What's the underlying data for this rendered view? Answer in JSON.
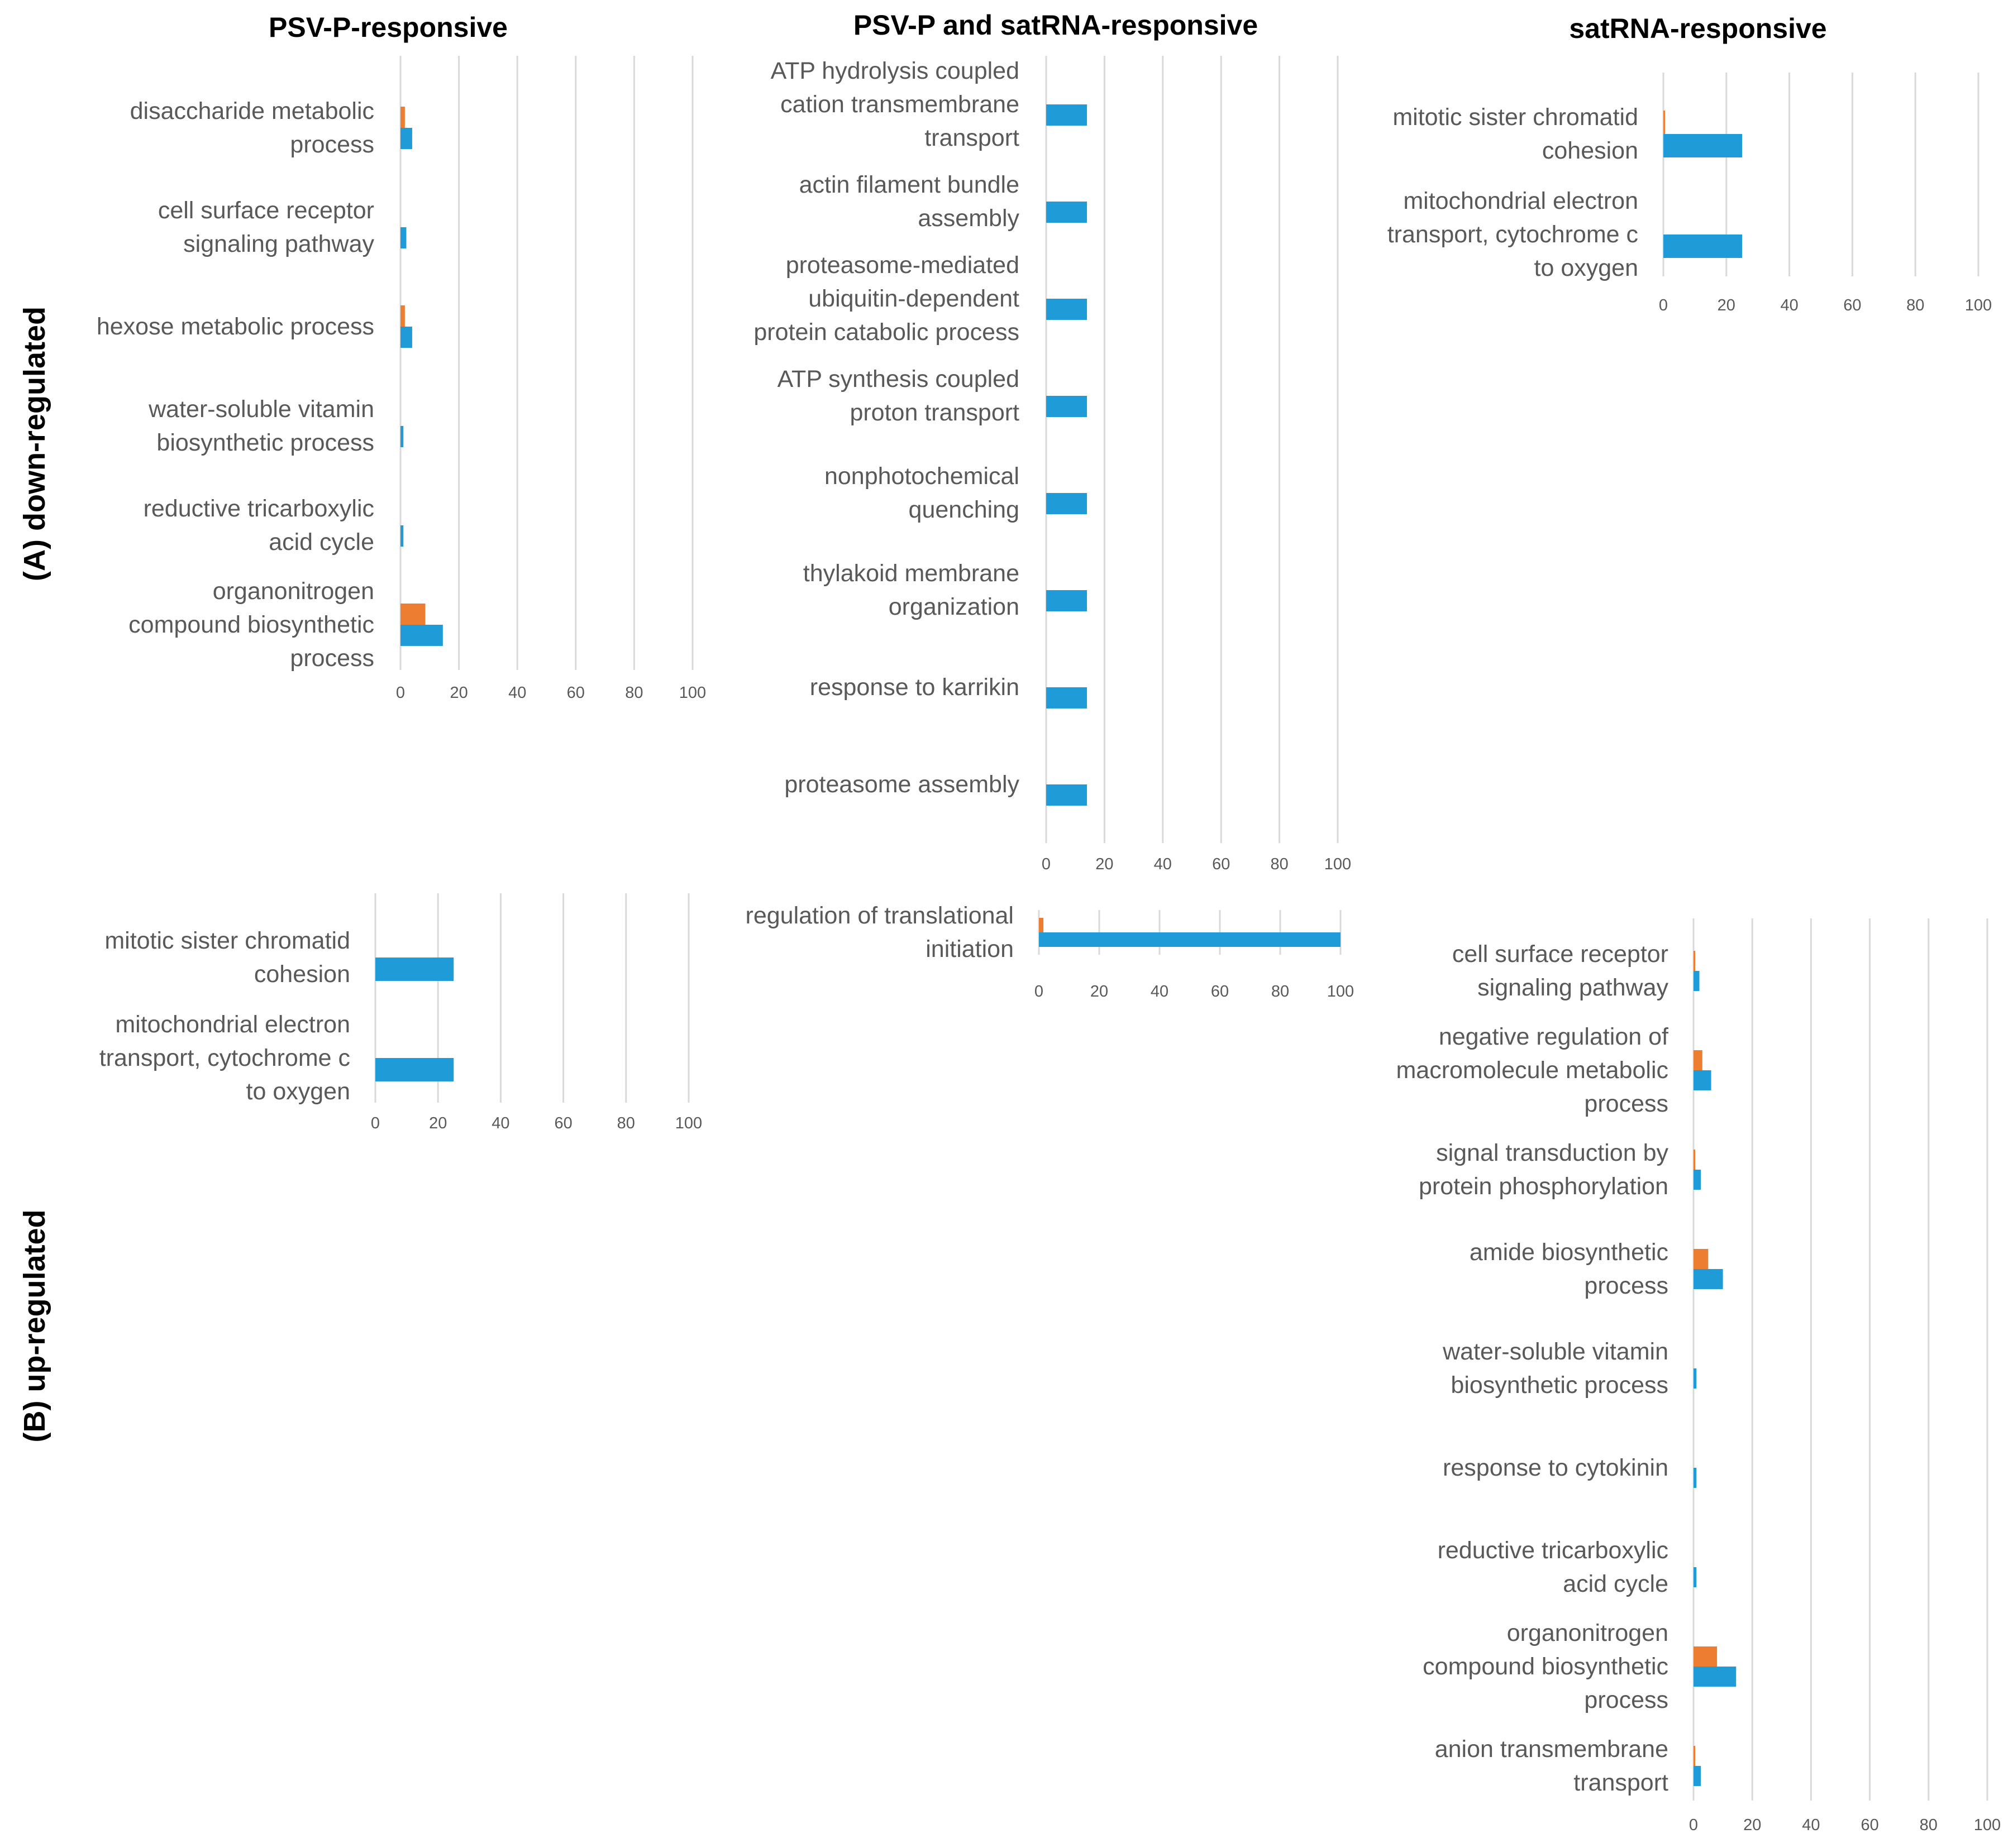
{
  "colors": {
    "series_a": "#ed7d31",
    "series_b": "#1f9bd7",
    "grid": "#d9d9d9"
  },
  "column_titles": {
    "psvp": "PSV-P-responsive",
    "both": "PSV-P and satRNA-responsive",
    "sat": "satRNA-responsive"
  },
  "row_labels": {
    "down": "(A) down-regulated",
    "up": "(B) up-regulated"
  },
  "chart_data": [
    {
      "id": "down-psvp",
      "type": "bar",
      "orientation": "horizontal",
      "xlim": [
        0,
        100
      ],
      "xticks": [
        0,
        20,
        40,
        60,
        80,
        100
      ],
      "grid": true,
      "categories": [
        [
          "disaccharide metabolic",
          "process"
        ],
        [
          "cell surface receptor",
          "signaling pathway"
        ],
        [
          "hexose metabolic process"
        ],
        [
          "water-soluble vitamin",
          "biosynthetic process"
        ],
        [
          "reductive tricarboxylic",
          "acid cycle"
        ],
        [
          "organonitrogen",
          "compound biosynthetic",
          "process"
        ]
      ],
      "series": [
        {
          "values": [
            1.5,
            0,
            1.5,
            0,
            0,
            8.5
          ]
        },
        {
          "values": [
            4,
            2,
            4,
            1,
            1,
            14.5
          ]
        }
      ]
    },
    {
      "id": "down-both",
      "type": "bar",
      "orientation": "horizontal",
      "xlim": [
        0,
        100
      ],
      "xticks": [
        0,
        20,
        40,
        60,
        80,
        100
      ],
      "grid": true,
      "categories": [
        [
          "ATP hydrolysis coupled",
          "cation transmembrane",
          "transport"
        ],
        [
          "actin filament bundle",
          "assembly"
        ],
        [
          "proteasome-mediated",
          "ubiquitin-dependent",
          "protein catabolic process"
        ],
        [
          "ATP synthesis coupled",
          "proton transport"
        ],
        [
          "nonphotochemical",
          "quenching"
        ],
        [
          "thylakoid membrane",
          "organization"
        ],
        [
          "response to karrikin"
        ],
        [
          "proteasome assembly"
        ]
      ],
      "series": [
        {
          "values": [
            0,
            0,
            0,
            0,
            0,
            0,
            0,
            0
          ]
        },
        {
          "values": [
            14,
            14,
            14,
            14,
            14,
            14,
            14,
            14
          ]
        }
      ]
    },
    {
      "id": "down-sat",
      "type": "bar",
      "orientation": "horizontal",
      "xlim": [
        0,
        100
      ],
      "xticks": [
        0,
        20,
        40,
        60,
        80,
        100
      ],
      "grid": true,
      "categories": [
        [
          "mitotic sister chromatid",
          "cohesion"
        ],
        [
          "mitochondrial electron",
          "transport, cytochrome c",
          "to oxygen"
        ]
      ],
      "series": [
        {
          "values": [
            0.5,
            0
          ]
        },
        {
          "values": [
            25,
            25
          ]
        }
      ]
    },
    {
      "id": "up-psvp",
      "type": "bar",
      "orientation": "horizontal",
      "xlim": [
        0,
        100
      ],
      "xticks": [
        0,
        20,
        40,
        60,
        80,
        100
      ],
      "grid": true,
      "categories": [
        [
          "mitotic sister chromatid",
          "cohesion"
        ],
        [
          "mitochondrial electron",
          "transport, cytochrome c",
          "to oxygen"
        ]
      ],
      "series": [
        {
          "values": [
            0,
            0
          ]
        },
        {
          "values": [
            25,
            25
          ]
        }
      ]
    },
    {
      "id": "up-both",
      "type": "bar",
      "orientation": "horizontal",
      "xlim": [
        0,
        100
      ],
      "xticks": [
        0,
        20,
        40,
        60,
        80,
        100
      ],
      "grid": true,
      "categories": [
        [
          "regulation of translational",
          "initiation"
        ]
      ],
      "series": [
        {
          "values": [
            1.5
          ]
        },
        {
          "values": [
            100
          ]
        }
      ]
    },
    {
      "id": "up-sat",
      "type": "bar",
      "orientation": "horizontal",
      "xlim": [
        0,
        100
      ],
      "xticks": [
        0,
        20,
        40,
        60,
        80,
        100
      ],
      "grid": true,
      "categories": [
        [
          "cell surface receptor",
          "signaling pathway"
        ],
        [
          "negative regulation of",
          "macromolecule metabolic",
          "process"
        ],
        [
          "signal transduction by",
          "protein phosphorylation"
        ],
        [
          "amide biosynthetic",
          "process"
        ],
        [
          "water-soluble vitamin",
          "biosynthetic process"
        ],
        [
          "response to cytokinin"
        ],
        [
          "reductive tricarboxylic",
          "acid cycle"
        ],
        [
          "organonitrogen",
          "compound biosynthetic",
          "process"
        ],
        [
          "anion transmembrane",
          "transport"
        ]
      ],
      "series": [
        {
          "values": [
            0.5,
            3,
            0.5,
            5,
            0,
            0,
            0,
            8,
            0.5
          ]
        },
        {
          "values": [
            2,
            6,
            2.5,
            10,
            1,
            1,
            1,
            14.5,
            2.5
          ]
        }
      ]
    }
  ]
}
